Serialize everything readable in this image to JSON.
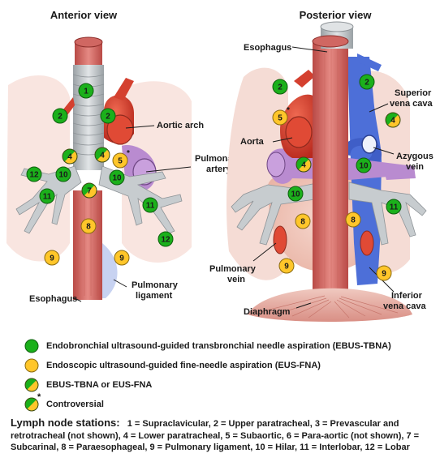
{
  "views": {
    "anterior_title": "Anterior view",
    "posterior_title": "Posterior view"
  },
  "labels": {
    "aortic_arch": "Aortic arch",
    "pulmonary_artery": [
      "Pulmonary",
      "artery"
    ],
    "esophagus_ant": "Esophagus",
    "pulmonary_ligament": [
      "Pulmonary",
      "ligament"
    ],
    "esophagus_post": "Esophagus",
    "aorta": "Aorta",
    "superior_vena_cava": [
      "Superior",
      "vena cava"
    ],
    "azygous_vein": [
      "Azygous",
      "vein"
    ],
    "pulmonary_vein": [
      "Pulmonary",
      "vein"
    ],
    "inferior_vena_cava": [
      "Inferior",
      "vena cava"
    ],
    "diaphragm": "Diaphragm"
  },
  "nodes": {
    "anterior": [
      {
        "n": "1",
        "type": "ebus"
      },
      {
        "n": "2",
        "type": "ebus"
      },
      {
        "n": "2",
        "type": "ebus"
      },
      {
        "n": "4",
        "type": "both"
      },
      {
        "n": "4",
        "type": "both"
      },
      {
        "n": "5",
        "type": "eus",
        "star": "*"
      },
      {
        "n": "12",
        "type": "ebus"
      },
      {
        "n": "10",
        "type": "ebus"
      },
      {
        "n": "10",
        "type": "ebus"
      },
      {
        "n": "7",
        "type": "both"
      },
      {
        "n": "11",
        "type": "ebus"
      },
      {
        "n": "11",
        "type": "ebus"
      },
      {
        "n": "8",
        "type": "eus"
      },
      {
        "n": "12",
        "type": "ebus"
      },
      {
        "n": "9",
        "type": "eus"
      },
      {
        "n": "9",
        "type": "eus"
      }
    ],
    "posterior": [
      {
        "n": "2",
        "type": "ebus"
      },
      {
        "n": "2",
        "type": "ebus"
      },
      {
        "n": "5",
        "type": "eus",
        "star": "*"
      },
      {
        "n": "4",
        "type": "both"
      },
      {
        "n": "4",
        "type": "both"
      },
      {
        "n": "10",
        "type": "ebus"
      },
      {
        "n": "10",
        "type": "ebus"
      },
      {
        "n": "11",
        "type": "ebus"
      },
      {
        "n": "8",
        "type": "eus"
      },
      {
        "n": "8",
        "type": "eus"
      },
      {
        "n": "9",
        "type": "eus"
      },
      {
        "n": "9",
        "type": "eus"
      }
    ]
  },
  "legend": [
    {
      "type": "ebus",
      "text": "Endobronchial ultrasound-guided transbronchial needle aspiration (EBUS-TBNA)"
    },
    {
      "type": "eus",
      "text": "Endoscopic ultrasound-guided fine-needle aspiration (EUS-FNA)"
    },
    {
      "type": "both",
      "text": "EBUS-TBNA or EUS-FNA"
    },
    {
      "type": "both",
      "text": "Controversial",
      "star": "*"
    }
  ],
  "stations": {
    "heading": "Lymph node stations:",
    "text": "1 = Supraclavicular, 2 = Upper paratracheal, 3 = Prevascular and retrotracheal (not shown), 4 = Lower paratracheal, 5 = Subaortic, 6 = Para-aortic (not shown), 7 = Subcarinal, 8 = Paraesophageal, 9 = Pulmonary ligament, 10 = Hilar, 11 = Interlobar, 12 = Lobar"
  },
  "colors": {
    "ebus": "#1bb01b",
    "eus": "#ffc62a",
    "esophagus": "#d9706c",
    "airway": "#c7cccf",
    "aorta": "#dc3b2a",
    "pulmonary_artery": "#b98bd0",
    "vena_cava": "#4d6fd8",
    "lung": "#f1c9bd"
  }
}
